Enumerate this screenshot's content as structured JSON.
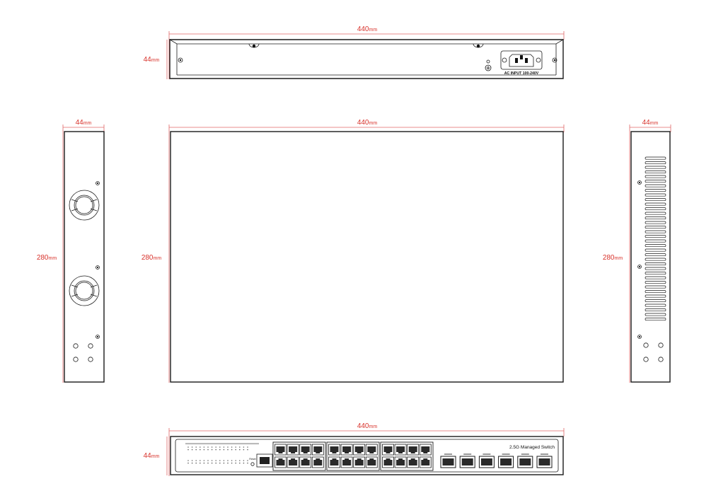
{
  "rear_view": {
    "width_label": "440",
    "height_label": "44",
    "unit": "mm",
    "power_label": "AC INPUT 100-240V"
  },
  "top_view": {
    "width_label": "440",
    "depth_label": "280",
    "unit": "mm"
  },
  "left_view": {
    "width_label": "44",
    "depth_label": "280",
    "unit": "mm"
  },
  "right_view": {
    "width_label": "44",
    "depth_label": "280",
    "unit": "mm"
  },
  "front_view": {
    "width_label": "440",
    "height_label": "44",
    "unit": "mm",
    "product_label": "2.5G Managed Switch",
    "reset_label": "Reset"
  },
  "colors": {
    "dimension": "#d8322b",
    "outline": "#1a1a1a"
  }
}
